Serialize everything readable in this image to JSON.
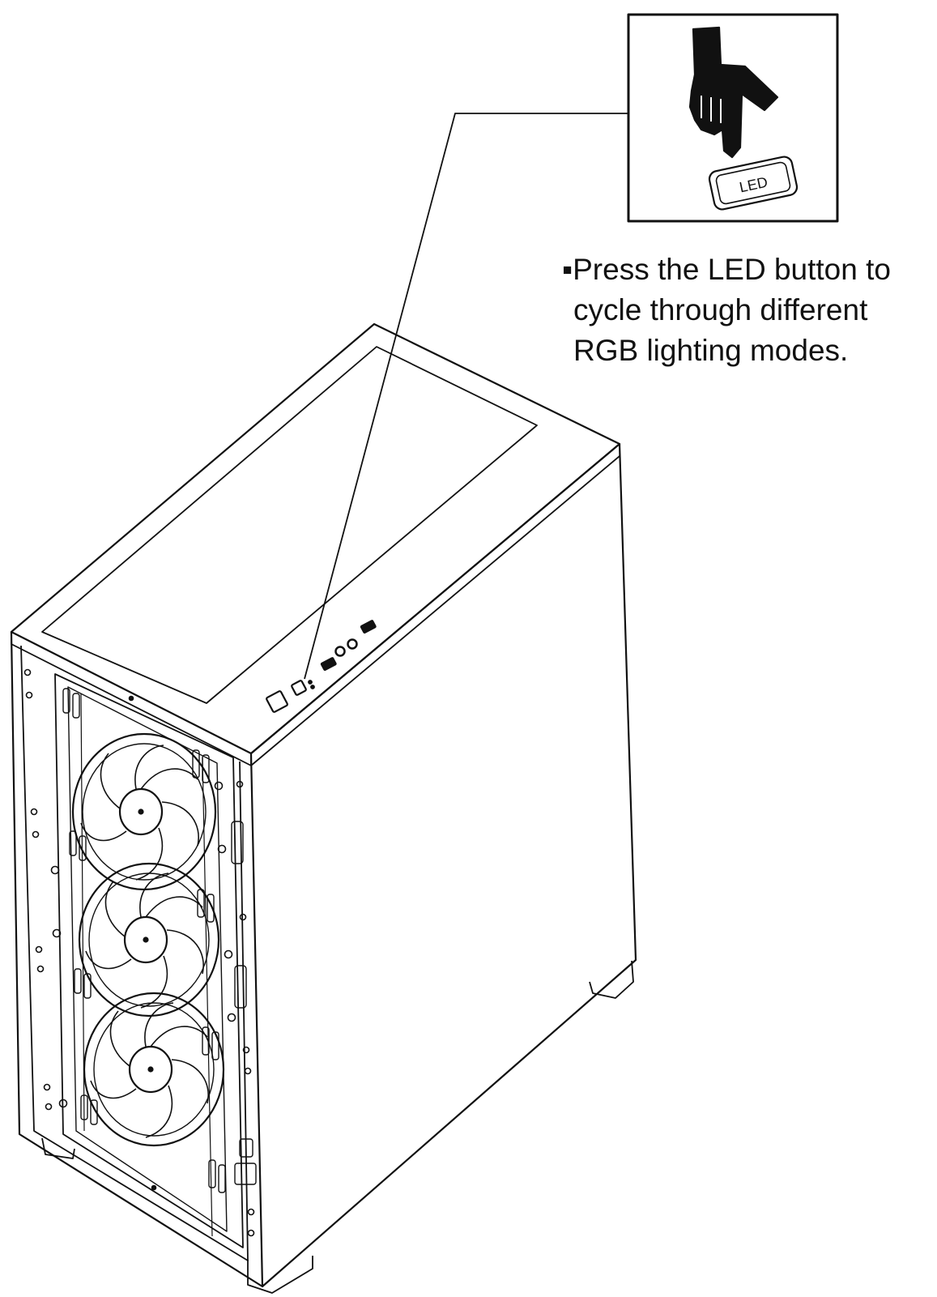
{
  "callout": {
    "bullet": "▪",
    "lines": [
      "Press the LED button to",
      "cycle through different",
      "RGB lighting modes."
    ]
  },
  "led_button": {
    "label": "LED"
  },
  "colors": {
    "ink": "#111111",
    "background": "#ffffff"
  },
  "icons": [
    "pointing-hand-icon",
    "led-button-icon",
    "case-fan-icon",
    "power-button-icon",
    "usb-port-icon",
    "audio-jack-icon"
  ]
}
